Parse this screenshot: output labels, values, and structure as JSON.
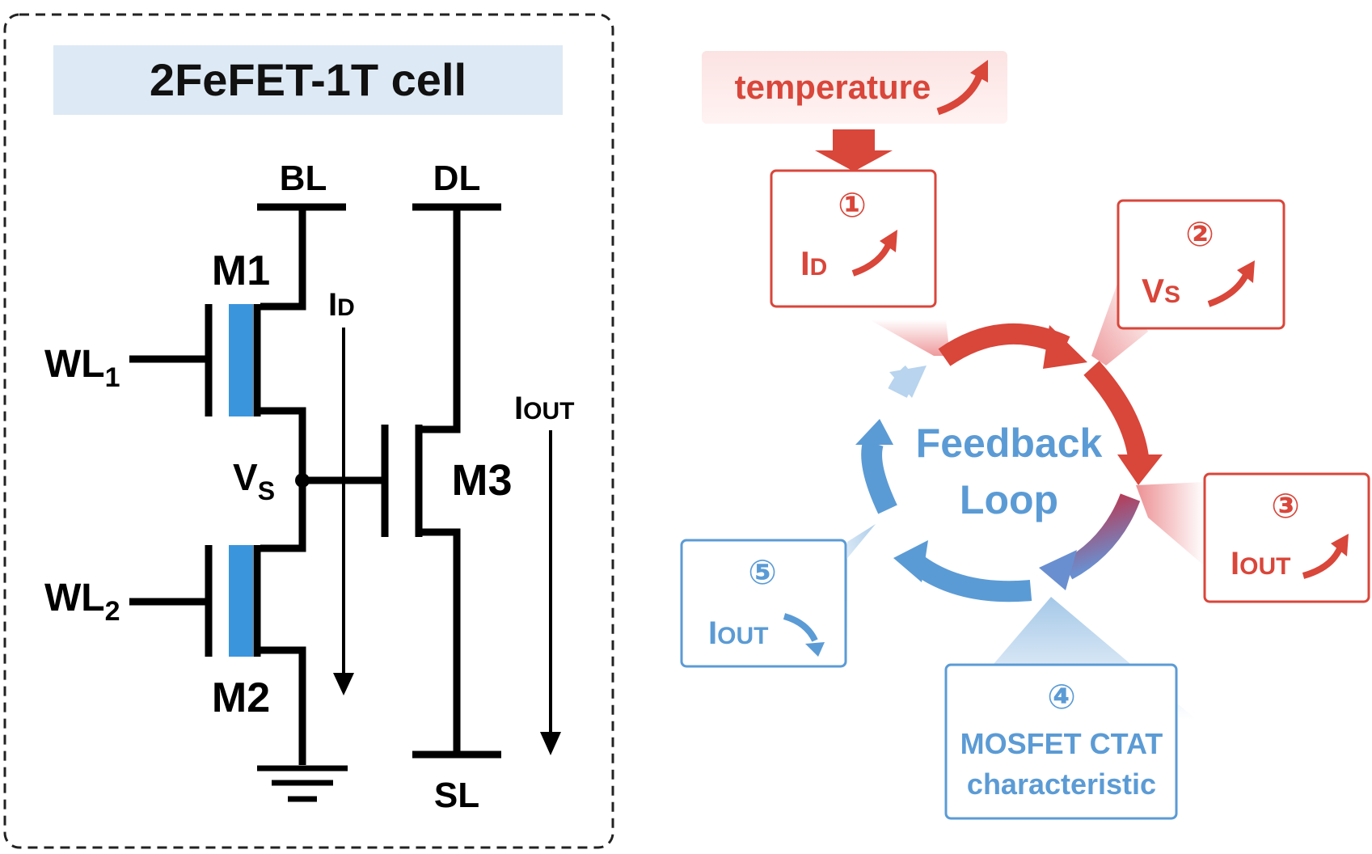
{
  "cell": {
    "title": "2FeFET-1T cell",
    "bl_label": "BL",
    "dl_label": "DL",
    "sl_label": "SL",
    "m1_label": "M1",
    "m2_label": "M2",
    "m3_label": "M3",
    "wl1_main": "WL",
    "wl1_sub": "1",
    "wl2_main": "WL",
    "wl2_sub": "2",
    "vs_main": "V",
    "vs_sub": "S",
    "id_main": "I",
    "id_sub": "D",
    "iout_main": "I",
    "iout_sub": "OUT"
  },
  "loop": {
    "center_line1": "Feedback",
    "center_line2": "Loop",
    "temperature_label": "temperature",
    "step1": {
      "num": "①",
      "main": "I",
      "sub": "D",
      "trend": "up"
    },
    "step2": {
      "num": "②",
      "main": "V",
      "sub": "S",
      "trend": "up"
    },
    "step3": {
      "num": "③",
      "main": "I",
      "sub": "OUT",
      "trend": "up"
    },
    "step4": {
      "num": "④",
      "line1": "MOSFET CTAT",
      "line2": "characteristic"
    },
    "step5": {
      "num": "⑤",
      "main": "I",
      "sub": "OUT",
      "trend": "down"
    }
  },
  "colors": {
    "red": "#d9463a",
    "blue": "#5b9bd5",
    "ferro": "#3a95dd",
    "title_bg": "#dde9f5"
  },
  "icons": {
    "trend_up": "curved-arrow-up-right-icon",
    "trend_down": "curved-arrow-down-right-icon",
    "temperature_down": "down-arrow-icon"
  }
}
